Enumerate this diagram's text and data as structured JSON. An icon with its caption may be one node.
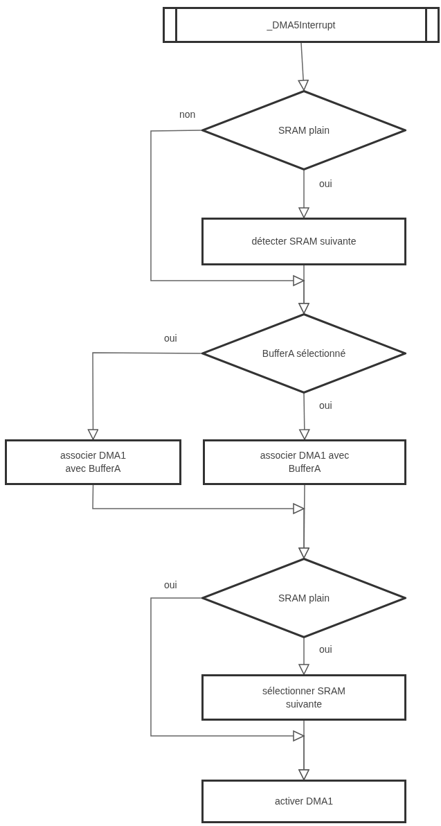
{
  "diagram": {
    "nodes": [
      {
        "text": [
          "_DMA5Interrupt"
        ]
      },
      {
        "text": [
          "SRAM plain"
        ]
      },
      {
        "text": [
          "détecter SRAM suivante"
        ]
      },
      {
        "text": [
          "BufferA sélectionné"
        ]
      },
      {
        "text": [
          "associer DMA1 avec BufferA"
        ]
      },
      {
        "text": [
          "associer DMA1 avec BufferA"
        ]
      },
      {
        "text": [
          "SRAM plain"
        ]
      },
      {
        "text": [
          "sélectionner SRAM suivante"
        ]
      },
      {
        "text": [
          "activer DMA1"
        ]
      }
    ],
    "edges": [
      {
        "from": 0,
        "to": 1,
        "arrow": "to"
      },
      {
        "from": 1,
        "to": 2,
        "arrow": "to",
        "label": "oui"
      },
      {
        "from": 1,
        "to": 3,
        "arrow": "to",
        "label": "non"
      },
      {
        "from": 2,
        "to": 3,
        "arrow": "to"
      },
      {
        "from": 3,
        "to": 4,
        "arrow": "to",
        "label": "oui"
      },
      {
        "from": 3,
        "to": 5,
        "arrow": "to",
        "label": "oui"
      },
      {
        "from": 4,
        "to": 6,
        "arrow": "to"
      },
      {
        "from": 5,
        "to": 6,
        "arrow": "to"
      },
      {
        "from": 6,
        "to": 7,
        "arrow": "to",
        "label": "oui"
      },
      {
        "from": 6,
        "to": 8,
        "arrow": "to",
        "label": "oui"
      },
      {
        "from": 7,
        "to": 8,
        "arrow": "to"
      }
    ]
  }
}
